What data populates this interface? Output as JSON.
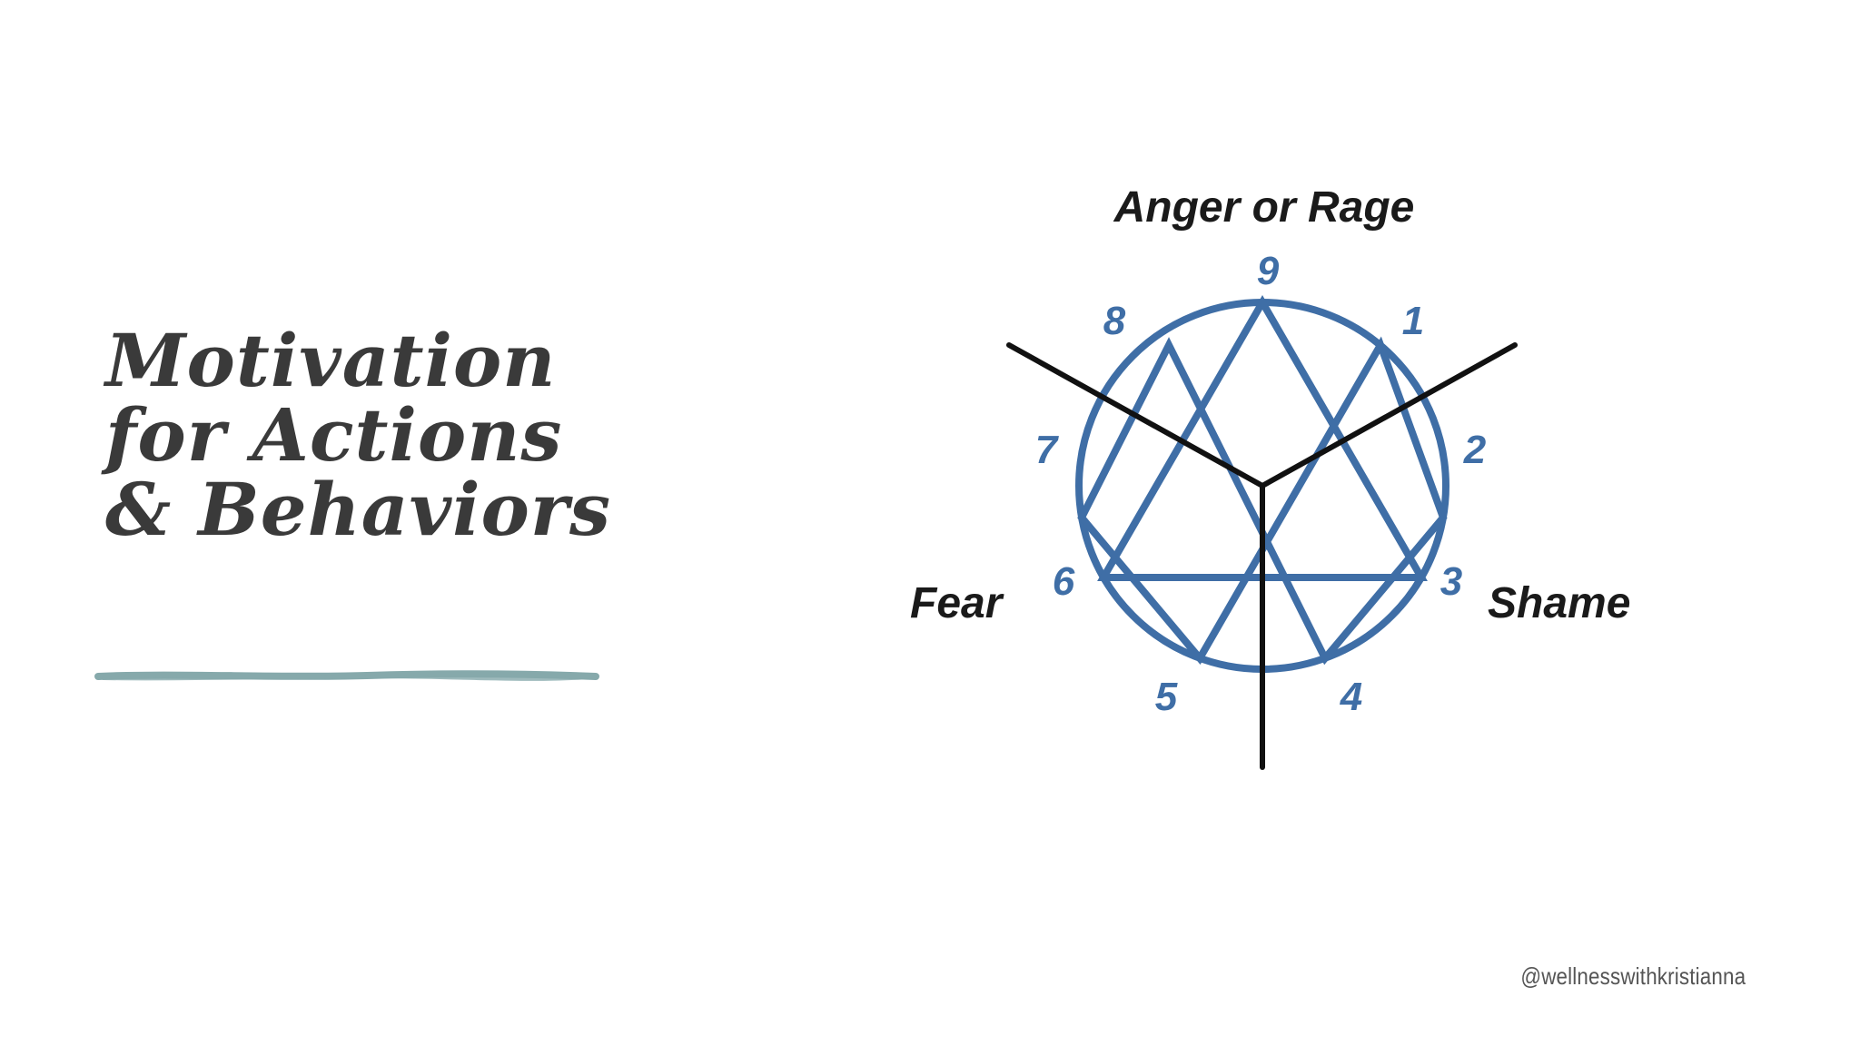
{
  "slide": {
    "title_lines": [
      "Motivation",
      "for Actions",
      "& Behaviors"
    ],
    "handle": "@wellnesswithkristianna"
  },
  "diagram": {
    "triads": {
      "top": "Anger or Rage",
      "left": "Fear",
      "right": "Shame"
    },
    "numbers": [
      "1",
      "2",
      "3",
      "4",
      "5",
      "6",
      "7",
      "8",
      "9"
    ],
    "colors": {
      "figure": "#3f6ea6",
      "divider": "#111111",
      "text": "#1a1a1a",
      "underline": "#86a9ab"
    }
  }
}
